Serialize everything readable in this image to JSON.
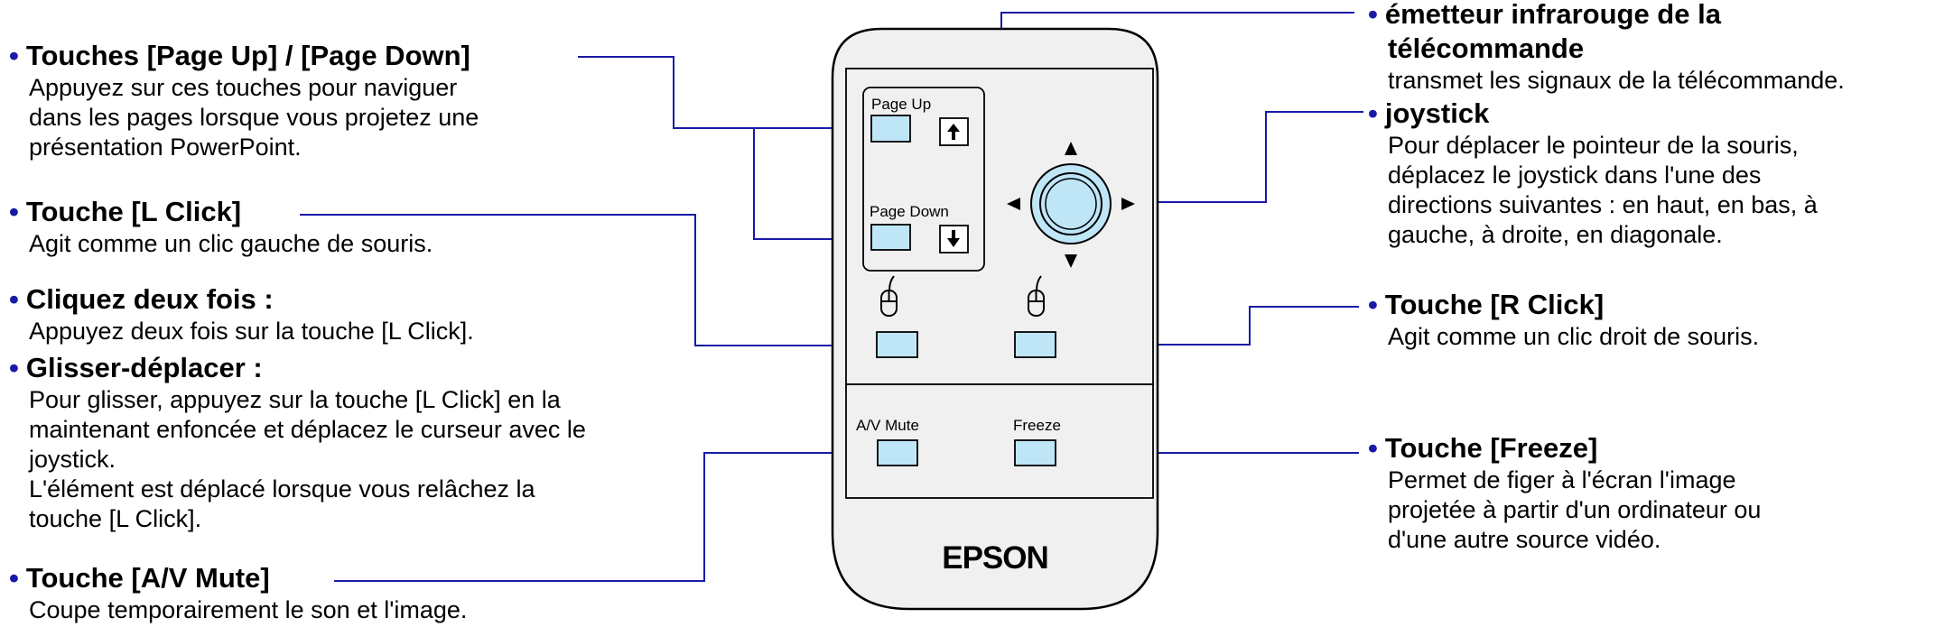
{
  "callouts": {
    "page_keys": {
      "title": "Touches [Page Up] / [Page Down]",
      "lines": [
        "Appuyez sur ces touches pour naviguer",
        "dans les pages lorsque vous projetez une",
        "présentation PowerPoint."
      ]
    },
    "l_click": {
      "title": "Touche [L Click]",
      "lines": [
        "Agit comme un clic gauche de souris."
      ]
    },
    "double_click": {
      "title": "Cliquez deux fois :",
      "lines": [
        "Appuyez deux fois sur la touche [L Click]."
      ]
    },
    "drag": {
      "title": "Glisser-déplacer :",
      "lines": [
        "Pour glisser, appuyez sur la touche [L Click] en la",
        "maintenant enfoncée et déplacez le curseur avec le",
        "joystick.",
        "L'élément est déplacé lorsque vous relâchez la",
        "touche [L Click]."
      ]
    },
    "av_mute": {
      "title": "Touche [A/V Mute]",
      "lines": [
        "Coupe temporairement le son et l'image."
      ]
    },
    "ir": {
      "title_lines": [
        "émetteur infrarouge de la",
        "télécommande"
      ],
      "lines": [
        "transmet les signaux de la télécommande."
      ]
    },
    "joystick": {
      "title": "joystick",
      "lines": [
        "Pour déplacer le pointeur de la souris,",
        "déplacez le joystick dans l'une des",
        "directions suivantes : en haut, en bas, à",
        "gauche, à droite, en diagonale."
      ]
    },
    "r_click": {
      "title": "Touche [R Click]",
      "lines": [
        "Agit comme un clic droit de souris."
      ]
    },
    "freeze": {
      "title": "Touche [Freeze]",
      "lines": [
        "Permet de figer à l'écran l'image",
        "projetée à partir d'un ordinateur ou",
        "d'une autre source vidéo."
      ]
    }
  },
  "remote": {
    "page_up_label": "Page Up",
    "page_down_label": "Page Down",
    "av_mute_label": "A/V Mute",
    "freeze_label": "Freeze",
    "brand": "EPSON"
  },
  "colors": {
    "line": "#1a1aa8",
    "button_fill": "#bfe6f7",
    "remote_fill": "#f0f0f0",
    "outline": "#000000"
  }
}
